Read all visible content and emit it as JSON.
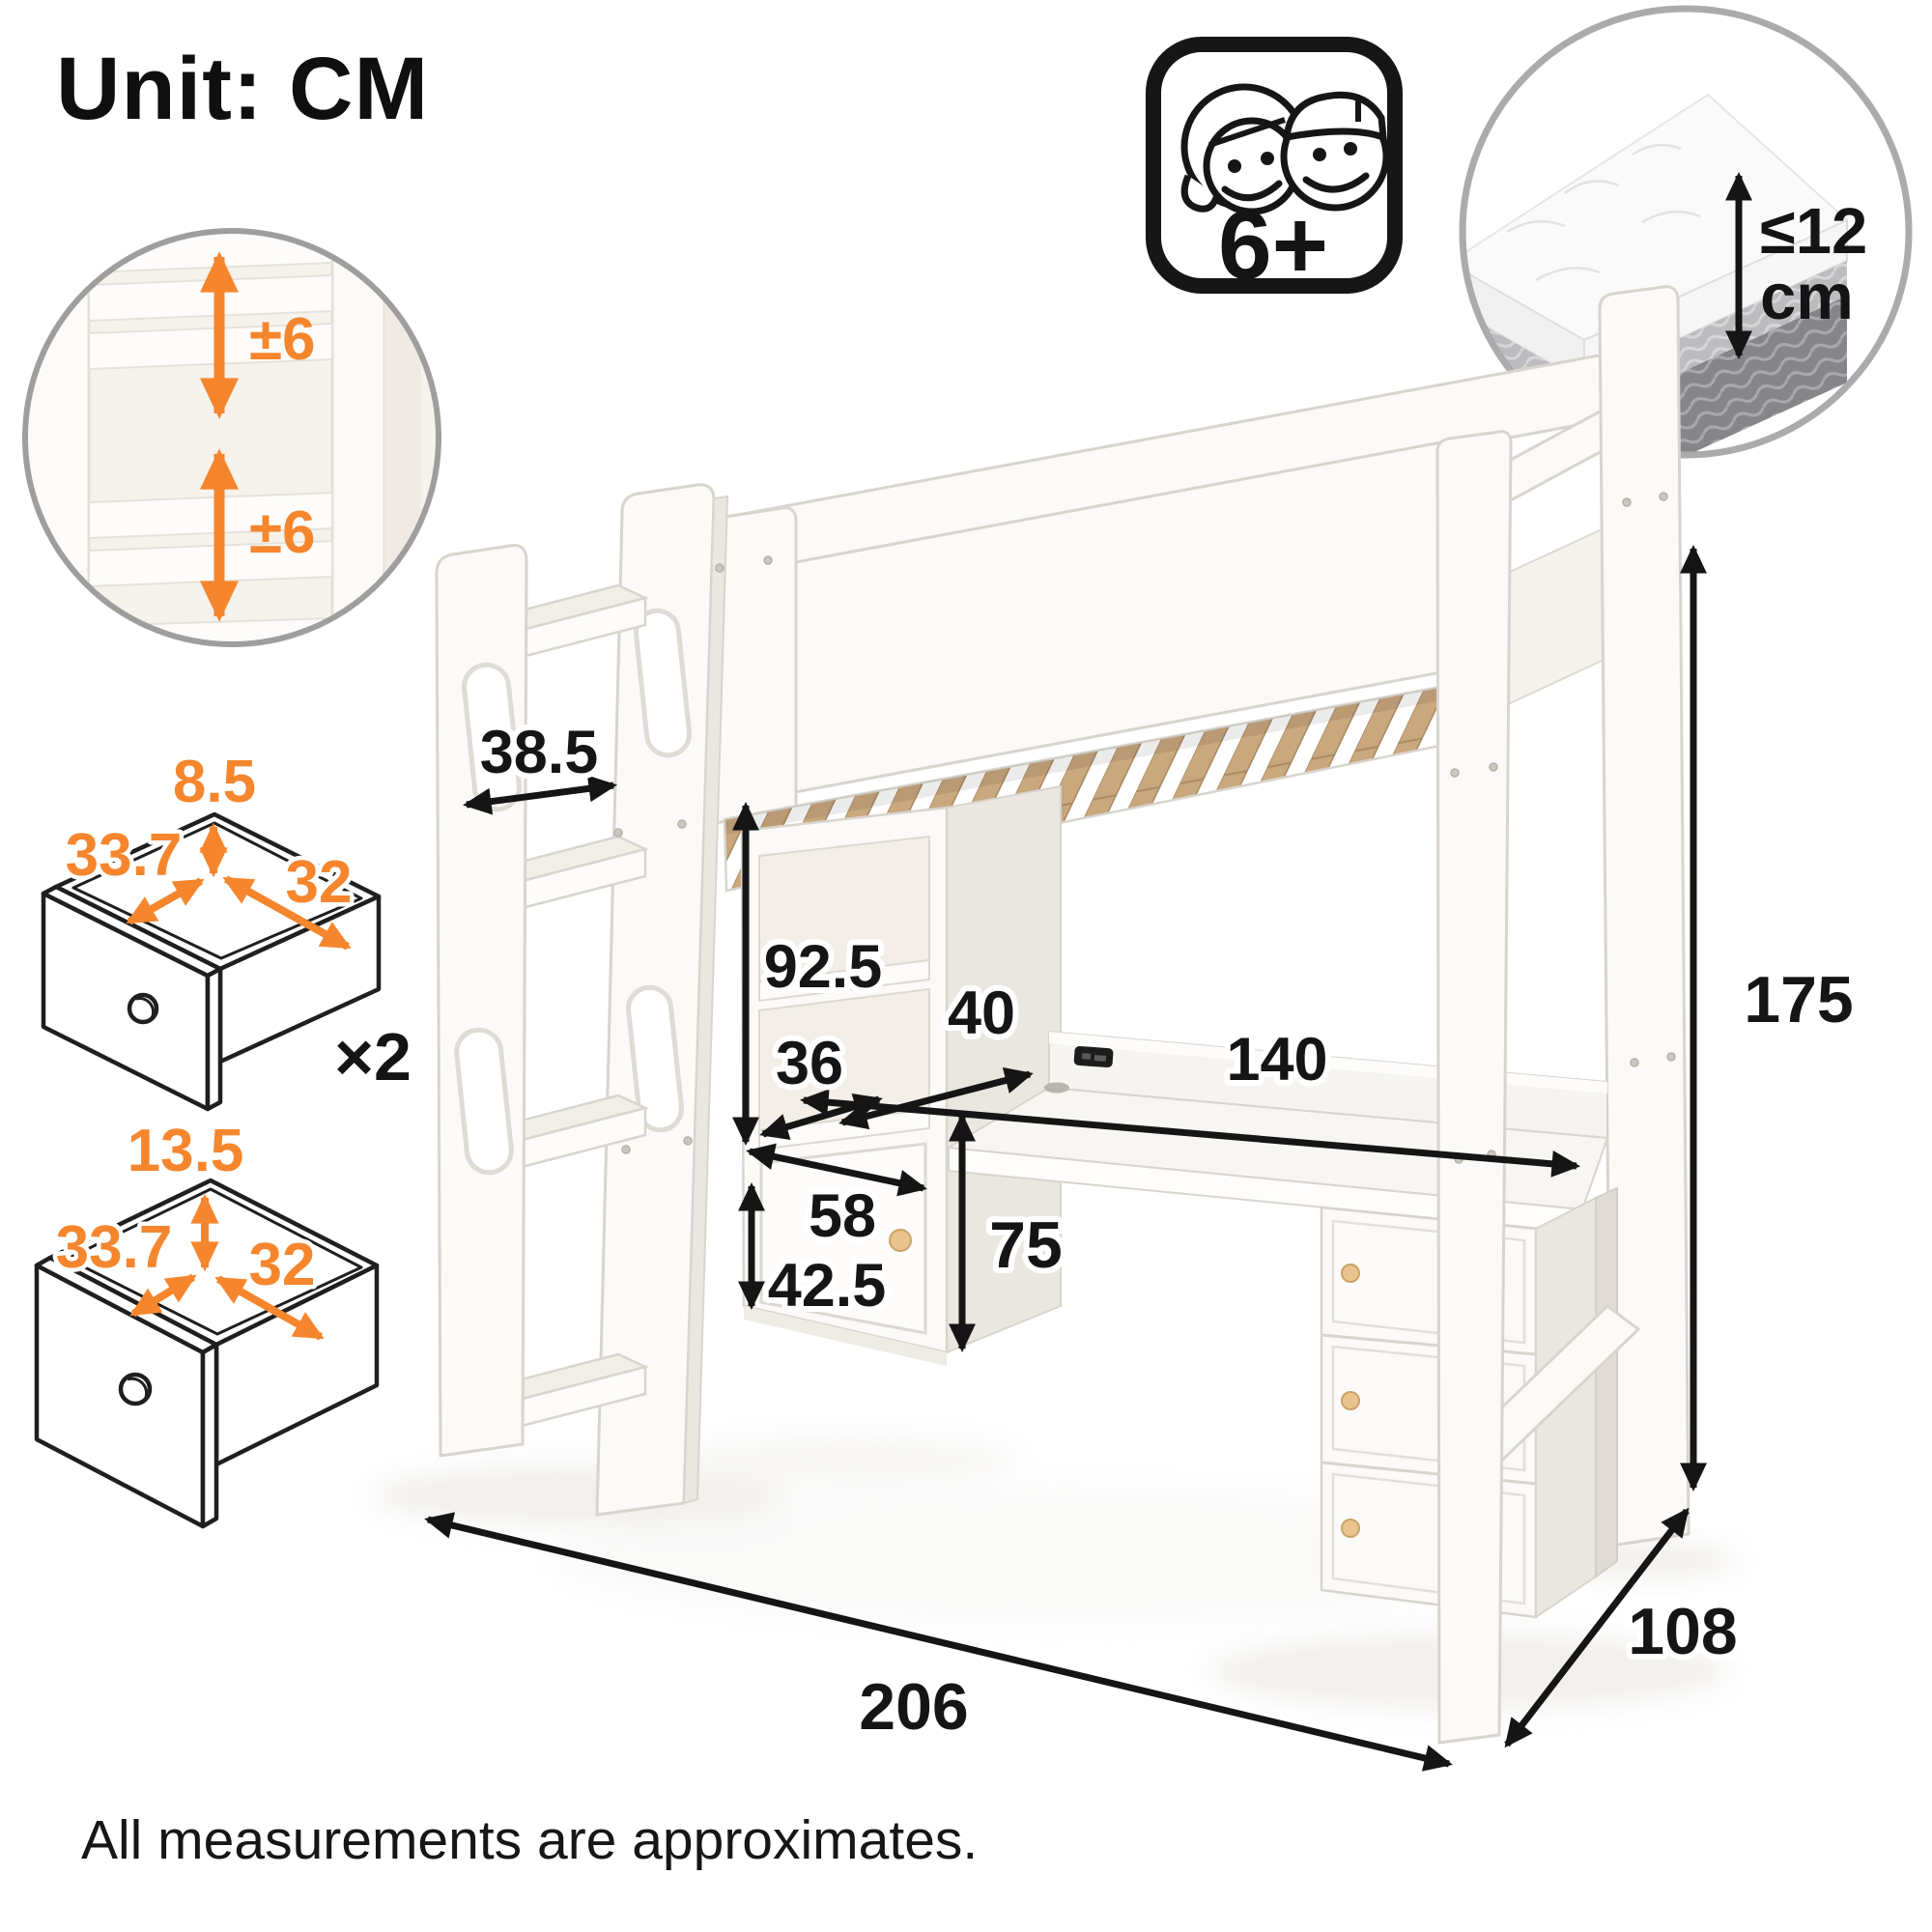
{
  "title": "Unit: CM",
  "note": "All measurements are approximates.",
  "colors": {
    "accent_orange": "#f5862d",
    "text_black": "#151515",
    "ring_gray": "#a8a8a8",
    "wood": "#c9a87e"
  },
  "age_badge": {
    "label": "6+"
  },
  "mattress_badge": {
    "value": "≤12",
    "unit": "cm"
  },
  "slat_badge": {
    "upper": "±6",
    "lower": "±6"
  },
  "drawer_small": {
    "height": "8.5",
    "depth": "33.7",
    "width": "32",
    "count": "×2"
  },
  "drawer_large": {
    "height": "13.5",
    "depth": "33.7",
    "width": "32"
  },
  "dims": {
    "ladder_depth": "38.5",
    "clearance": "92.5",
    "desk_depth": "40",
    "desk_width": "140",
    "shelf_depth": "36",
    "top_depth": "58",
    "cabinet_height": "42.5",
    "desk_height": "75",
    "height": "175",
    "width": "206",
    "depth": "108"
  }
}
